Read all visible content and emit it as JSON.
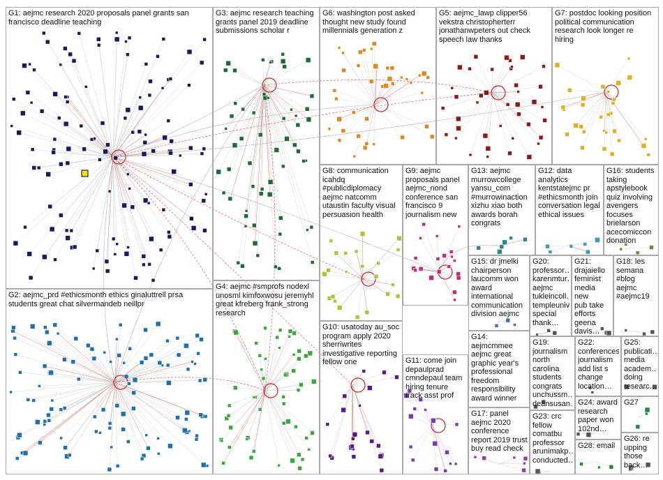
{
  "groups": [
    {
      "id": "G1",
      "label": "G1: aejmc research 2020 proposals panel grants san\nfrancisco deadline teaching",
      "color": "#1a1a5e"
    },
    {
      "id": "G2",
      "label": "G2: aejmc_prd #ethicsmonth ethics ginaluttrell prsa\nstudents great chat silvermandeb neillpr",
      "color": "#1f6fb5"
    },
    {
      "id": "G3",
      "label": "G3: aejmc research teaching\ngrants panel 2019 deadline\nsubmissions scholar r",
      "color": "#1e6b3a"
    },
    {
      "id": "G4",
      "label": "G4: aejmc #smprofs nodexl\nunosml kimfoxwosu jeremyhl\ngreat kfreberg frank_strong\nresearch",
      "color": "#3aa83a"
    },
    {
      "id": "G5",
      "label": "G5: aejmc_lawp clipper56\nvekstra christopherterr\njonathanwpeters out check\nspeech law thanks",
      "color": "#8b1a1a"
    },
    {
      "id": "G6",
      "label": "G6: washington post asked\nthought new study found\nmillennials generation z",
      "color": "#e08a1e"
    },
    {
      "id": "G7",
      "label": "G7: postdoc looking position\npolitical communication\nresearch look longer re\nhiring",
      "color": "#e0b01e"
    },
    {
      "id": "G8",
      "label": "G8: communication\nicahdq\n#publicdiplomacy\naejmc natcomm\nutaustin faculty visual\npersuasion health",
      "color": "#a8c83a"
    },
    {
      "id": "G9",
      "label": "G9: aejmc\nproposals panel\naejmc_nond\nconference san\nfrancisco 9\njournalism new",
      "color": "#c8287a"
    },
    {
      "id": "G10",
      "label": "G10: usatoday au_soc\nprogram apply 2020\nsherriwrites\ninvestigative reporting\nfellow one",
      "color": "#5a1a8a"
    },
    {
      "id": "G11",
      "label": "G11: come join\ndepaulprad\ncmndepaul team\nhiring tenure\ntrack asst prof",
      "color": "#7a3ab8"
    },
    {
      "id": "G12",
      "label": "G12: data\nanalytics\nkentstatejmc pr\n#ethicsmonth join\nconversation legal\nethical issues",
      "color": "#3a9ab8"
    },
    {
      "id": "G13",
      "label": "G13: aejmc\nmurrowcollege\nyansu_com\n#murrowinaction\nxizhu xiao both\nawards borah\ncongrats",
      "color": "#2a8a8a"
    },
    {
      "id": "G14",
      "label": "G14:\naejmcmmee\naejmc great\ngraphic year's\nprofessional\nfreedom\nresponsibility\naward winner",
      "color": "#888888"
    },
    {
      "id": "G15",
      "label": "G15: dr jmelki\nchairperson\nlaucomm won\naward\ninternational\ncommunication\ndivision aejmc",
      "color": "#4a6ab8"
    },
    {
      "id": "G16",
      "label": "G16: students\ntaking\napstylebook\nquiz involving\navengers\nfocuses\nbrielarson\nacecomiccon\ndonation",
      "color": "#6a8a3a"
    },
    {
      "id": "G17",
      "label": "G17: panel\naejmc 2020\nconference\nreport 2019 trust\nbuy read check",
      "color": "#9a3a9a"
    },
    {
      "id": "G18",
      "label": "G18: les\nsemana\n#blog\naejmc\n#aejmc19",
      "color": "#555555"
    },
    {
      "id": "G19",
      "label": "G19:\njournalism\nnorth\ncarolina\nstudents\ncongrats\nunchussm…\ndeansusan…",
      "color": "#555555"
    },
    {
      "id": "G20",
      "label": "G20:\nprofessor…\nkarenmtur…\naejmc\ntukleincoll…\ntempleuniv\nspecial\nthank…",
      "color": "#555555"
    },
    {
      "id": "G21",
      "label": "G21:\ndrajaiello\nfeminist\nmedia new\npub take\nefforts\ngeena\ndavis…",
      "color": "#555555"
    },
    {
      "id": "G22",
      "label": "G22:\nconferences\njournalism\nadd list s\nchange\nlocation…",
      "color": "#555555"
    },
    {
      "id": "G23",
      "label": "G23: crc\nfellow\ncomatbu\nprofessor\narunimakp…\nconducted…",
      "color": "#555555"
    },
    {
      "id": "G24",
      "label": "G24: award\nresearch\npaper won\n102nd…",
      "color": "#555555"
    },
    {
      "id": "G25",
      "label": "G25:\npublicati…\nmedia\nacadem…\ndoing\nresearc…",
      "color": "#555555"
    },
    {
      "id": "G26",
      "label": "G26: re\nupping\nthose\nback…",
      "color": "#555555"
    },
    {
      "id": "G27",
      "label": "G27",
      "color": "#1a8a4a"
    },
    {
      "id": "G28",
      "label": "G28: email",
      "color": "#2a8a3a"
    }
  ]
}
